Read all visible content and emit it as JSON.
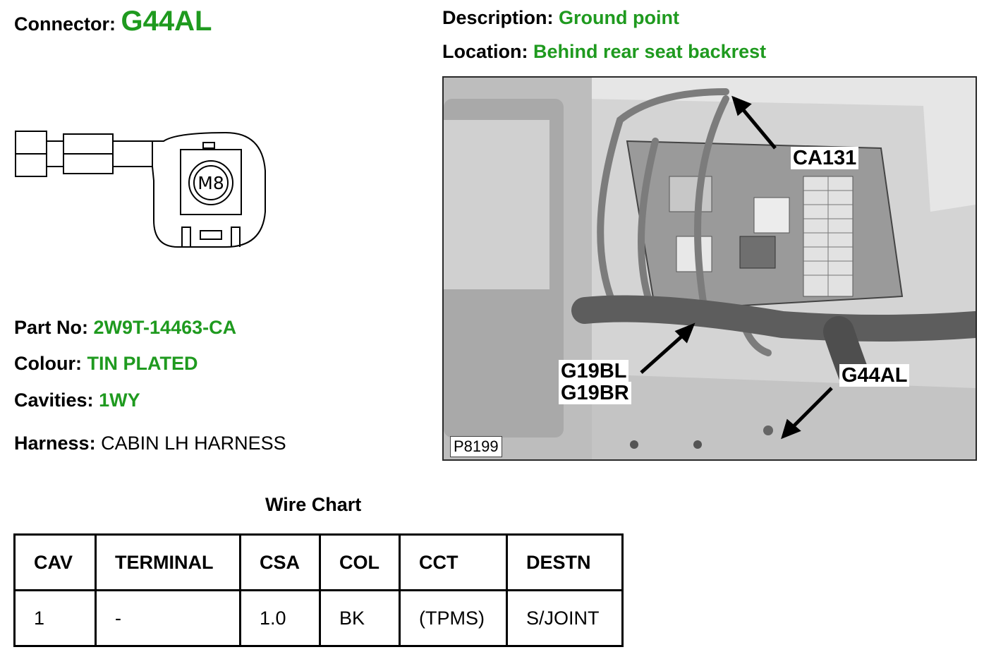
{
  "connector": {
    "label": "Connector:",
    "value": "G44AL"
  },
  "description": {
    "label": "Description:",
    "value": "Ground point"
  },
  "location": {
    "label": "Location:",
    "value": "Behind rear seat backrest"
  },
  "diagram": {
    "stud_label": "M8"
  },
  "part_no": {
    "label": "Part No:",
    "value": "2W9T-14463-CA"
  },
  "colour": {
    "label": "Colour:",
    "value": "TIN PLATED"
  },
  "cavities": {
    "label": "Cavities:",
    "value": "1WY"
  },
  "harness": {
    "label": "Harness:",
    "value": "CABIN LH HARNESS"
  },
  "photo": {
    "callouts": {
      "ca131": "CA131",
      "g19bl": "G19BL",
      "g19br": "G19BR",
      "g44al": "G44AL"
    },
    "reference": "P8199"
  },
  "wire_chart": {
    "title": "Wire Chart",
    "headers": [
      "CAV",
      "TERMINAL",
      "CSA",
      "COL",
      "CCT",
      "DESTN"
    ],
    "rows": [
      [
        "1",
        "-",
        "1.0",
        "BK",
        "(TPMS)",
        "S/JOINT"
      ]
    ]
  },
  "colors": {
    "value_text": "#1f9a1f",
    "text": "#000000"
  }
}
